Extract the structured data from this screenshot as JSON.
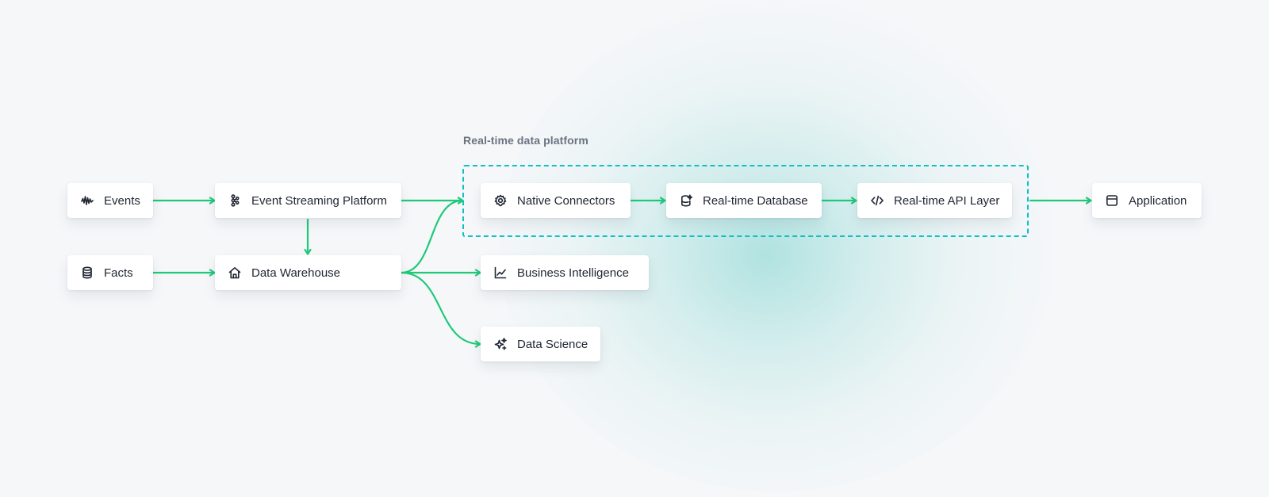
{
  "diagram": {
    "group": {
      "label": "Real-time data platform",
      "border_color": "#13bfc2"
    },
    "connector_color": "#1fc97a",
    "nodes": {
      "events": {
        "label": "Events",
        "icon": "waveform-icon"
      },
      "event_streaming": {
        "label": "Event Streaming Platform",
        "icon": "kafka-icon"
      },
      "facts": {
        "label": "Facts",
        "icon": "database-icon"
      },
      "data_warehouse": {
        "label": "Data Warehouse",
        "icon": "warehouse-icon"
      },
      "native_connectors": {
        "label": "Native Connectors",
        "icon": "gear-icon"
      },
      "realtime_database": {
        "label": "Real-time Database",
        "icon": "database-spark-icon"
      },
      "realtime_api": {
        "label": "Real-time API Layer",
        "icon": "code-icon"
      },
      "application": {
        "label": "Application",
        "icon": "app-window-icon"
      },
      "business_intelligence": {
        "label": "Business Intelligence",
        "icon": "line-chart-icon"
      },
      "data_science": {
        "label": "Data Science",
        "icon": "sparkles-icon"
      }
    },
    "edges": [
      {
        "from": "events",
        "to": "event_streaming"
      },
      {
        "from": "event_streaming",
        "to": "data_warehouse"
      },
      {
        "from": "event_streaming",
        "to": "native_connectors"
      },
      {
        "from": "facts",
        "to": "data_warehouse"
      },
      {
        "from": "data_warehouse",
        "to": "native_connectors"
      },
      {
        "from": "data_warehouse",
        "to": "business_intelligence"
      },
      {
        "from": "data_warehouse",
        "to": "data_science"
      },
      {
        "from": "native_connectors",
        "to": "realtime_database"
      },
      {
        "from": "realtime_database",
        "to": "realtime_api"
      },
      {
        "from": "realtime_api",
        "to": "application"
      }
    ]
  }
}
